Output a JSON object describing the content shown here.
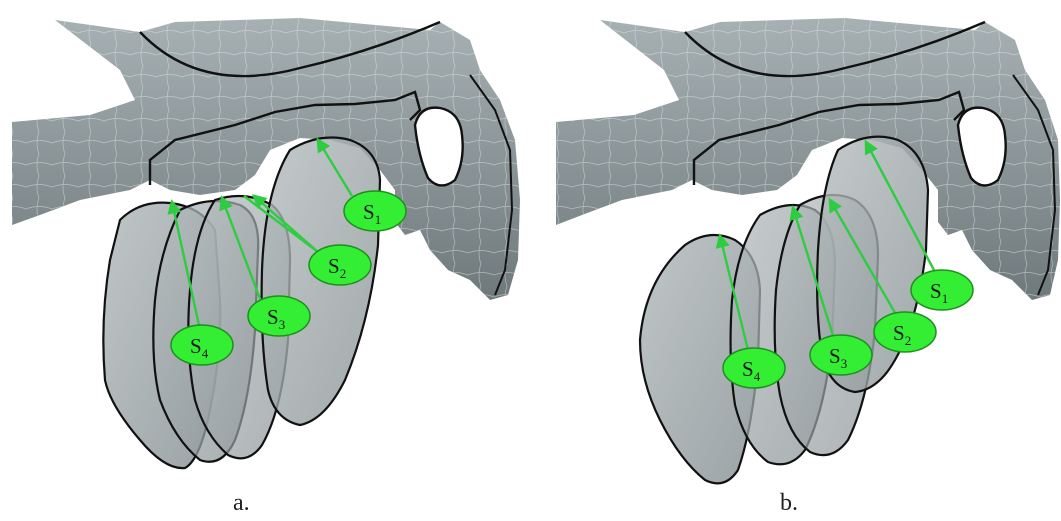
{
  "panels": [
    {
      "id": "a",
      "caption": "a.",
      "labels": [
        {
          "base": "S",
          "sub": "1"
        },
        {
          "base": "S",
          "sub": "2"
        },
        {
          "base": "S",
          "sub": "3"
        },
        {
          "base": "S",
          "sub": "4"
        }
      ]
    },
    {
      "id": "b",
      "caption": "b.",
      "labels": [
        {
          "base": "S",
          "sub": "1"
        },
        {
          "base": "S",
          "sub": "2"
        },
        {
          "base": "S",
          "sub": "3"
        },
        {
          "base": "S",
          "sub": "4"
        }
      ]
    }
  ],
  "colors": {
    "bone_fill": "#8e989b",
    "bone_light": "#b9c3c6",
    "condyle_fill": "#a9b1b3",
    "outline": "#111111",
    "arrow": "#2ecc40",
    "label_fill": "#33ee33",
    "label_stroke": "#1f8f1f"
  }
}
